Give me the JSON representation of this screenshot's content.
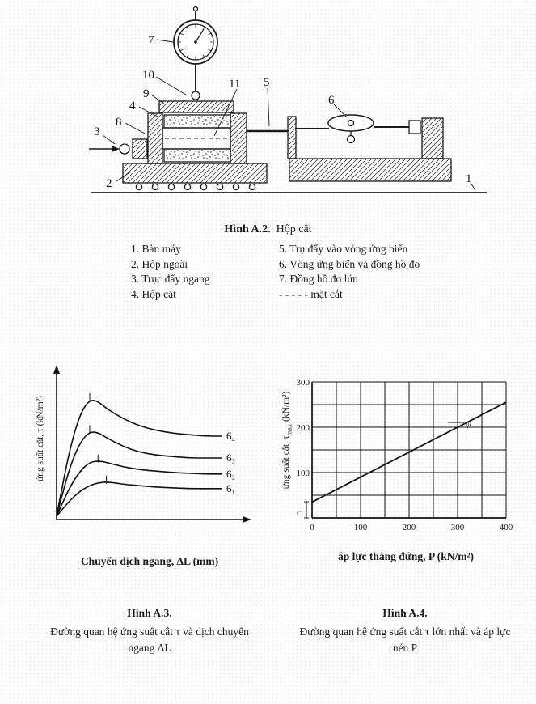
{
  "figure_a2": {
    "caption_bold": "Hình A.2.",
    "caption_text": "Hộp cắt",
    "callouts": [
      "7",
      "10",
      "9",
      "11",
      "5",
      "6",
      "4",
      "8",
      "3",
      "2",
      "1"
    ],
    "legend_left": [
      "1. Bàn máy",
      "2. Hộp ngoài",
      "3. Trục đẩy ngang",
      "4. Hộp cắt"
    ],
    "legend_right": [
      "5. Trụ đẩy vào vòng ứng biến",
      "6. Vòng ứng biến và đồng hồ đo",
      "7. Đồng hồ đo lún",
      "- - - - -  mặt cắt"
    ]
  },
  "chart_data": [
    {
      "type": "line",
      "figure": "Hình A.3",
      "xlabel": "Chuyển dịch ngang, ΔL (mm)",
      "ylabel": "ứng suất cắt, τ (kN/m²)",
      "axes_numeric": false,
      "grid": false,
      "series": [
        {
          "name": "6₄",
          "x": [
            0,
            0.5,
            1,
            1.5,
            2,
            2.5,
            3,
            4,
            5,
            6,
            7,
            8,
            9,
            10
          ],
          "y": [
            0,
            30,
            55,
            72,
            80,
            79,
            74,
            67,
            62,
            59,
            57,
            56,
            55,
            55
          ]
        },
        {
          "name": "6₃",
          "x": [
            0,
            0.5,
            1,
            1.5,
            2,
            2.5,
            3,
            4,
            5,
            6,
            7,
            8,
            9,
            10
          ],
          "y": [
            0,
            22,
            40,
            52,
            58,
            57.5,
            54,
            48,
            44,
            42,
            41,
            40,
            40,
            40
          ]
        },
        {
          "name": "6₂",
          "x": [
            0,
            0.5,
            1,
            1.5,
            2,
            2.5,
            3,
            4,
            5,
            6,
            7,
            8,
            9,
            10
          ],
          "y": [
            0,
            13,
            24,
            32,
            37,
            38,
            37,
            34,
            32,
            31,
            30,
            29.5,
            29,
            29
          ]
        },
        {
          "name": "6₁",
          "x": [
            0,
            0.5,
            1,
            1.5,
            2,
            2.5,
            3,
            3.5,
            4,
            5,
            6,
            7,
            8,
            9,
            10
          ],
          "y": [
            0,
            7,
            13,
            18,
            21,
            23,
            23.5,
            23,
            22,
            21,
            20,
            19.5,
            19,
            19,
            19
          ]
        }
      ]
    },
    {
      "type": "line",
      "figure": "Hình A.4",
      "xlabel": "áp lực thẳng đứng, P (kN/m²)",
      "ylabel_pre": "ứng suất cắt, τ",
      "ylabel_sub": "max",
      "ylabel_post": " (kN/m²)",
      "xlim": [
        0,
        400
      ],
      "ylim": [
        0,
        300
      ],
      "grid": true,
      "grid_step": 50,
      "x_ticks": [
        "0",
        "100",
        "200",
        "300",
        "400"
      ],
      "y_ticks": [
        "100",
        "200",
        "300"
      ],
      "envelope": {
        "x": [
          0,
          400
        ],
        "y": [
          35,
          255
        ]
      },
      "annotations": {
        "cohesion": "c",
        "friction_angle": "φ"
      }
    }
  ],
  "captions": {
    "a3_bold": "Hình A.3.",
    "a3_text": "Đường quan hệ ứng suất cắt τ và dịch chuyển ngang ΔL",
    "a4_bold": "Hình A.4.",
    "a4_text": "Đường quan hệ ứng suất cắt τ lớn nhất và áp lực nén P"
  }
}
